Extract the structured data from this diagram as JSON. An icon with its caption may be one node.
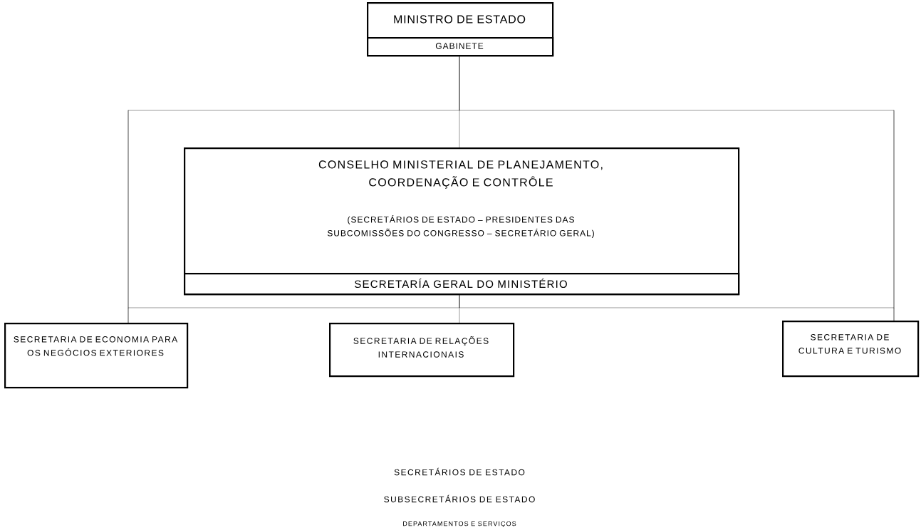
{
  "diagram": {
    "nodes": [
      {
        "text": [
          "MINISTRO DE ESTADO"
        ]
      },
      {
        "text": [
          "GABINETE"
        ],
        "in": 0
      },
      {
        "text": [
          "CONSELHO MINISTERIAL DE PLANEJAMENTO, COORDENAÇÃO E CONTRÔLE",
          "(SECRETÁRIOS DE ESTADO – PRESIDENTES DAS SUBCOMISSÕES DO CONGRESSO – SECRETÁRIO GERAL)"
        ]
      },
      {
        "text": [
          "SECRETARÍA GERAL DO MINISTÉRIO"
        ],
        "in": 2
      },
      {
        "text": [
          "SECRETARIA DE ECONOMIA PARA OS NEGÓCIOS EXTERIORES"
        ]
      },
      {
        "text": [
          "SECRETARIA DE RELAÇÕES INTERNACIONAIS"
        ]
      },
      {
        "text": [
          "SECRETARIA DE CULTURA E TURISMO"
        ]
      }
    ],
    "edges": [
      {
        "from": 1,
        "to": 2,
        "arrow": "none"
      },
      {
        "from": 1,
        "to": 4,
        "arrow": "none"
      },
      {
        "from": 1,
        "to": 6,
        "arrow": "none"
      },
      {
        "from": 3,
        "to": 4,
        "arrow": "none"
      },
      {
        "from": 3,
        "to": 5,
        "arrow": "none"
      },
      {
        "from": 3,
        "to": 6,
        "arrow": "none"
      }
    ],
    "labels": [
      "SECRETÁRIOS DE ESTADO",
      "SUBSECRETÁRIOS DE ESTADO",
      "DEPARTAMENTOS E SERVIÇOS"
    ]
  }
}
